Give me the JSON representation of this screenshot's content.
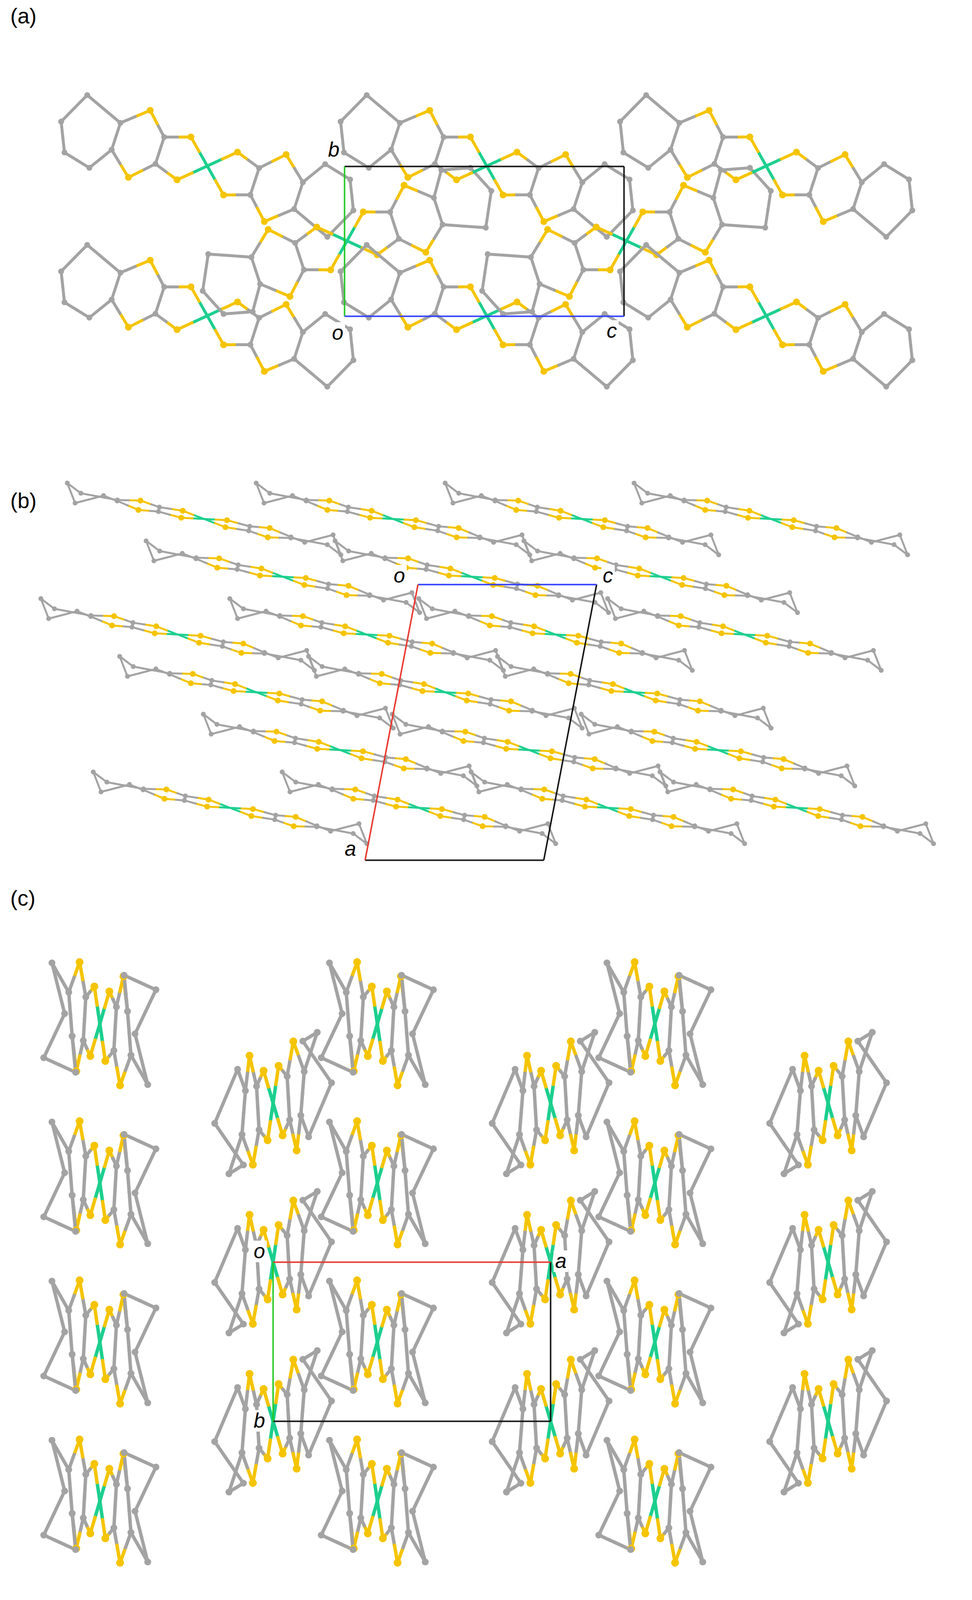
{
  "diagram": {
    "labels": [
      "(a)",
      "b",
      "o",
      "c",
      "(b)",
      "o",
      "c",
      "a",
      "(c)",
      "o",
      "a",
      "b"
    ]
  }
}
